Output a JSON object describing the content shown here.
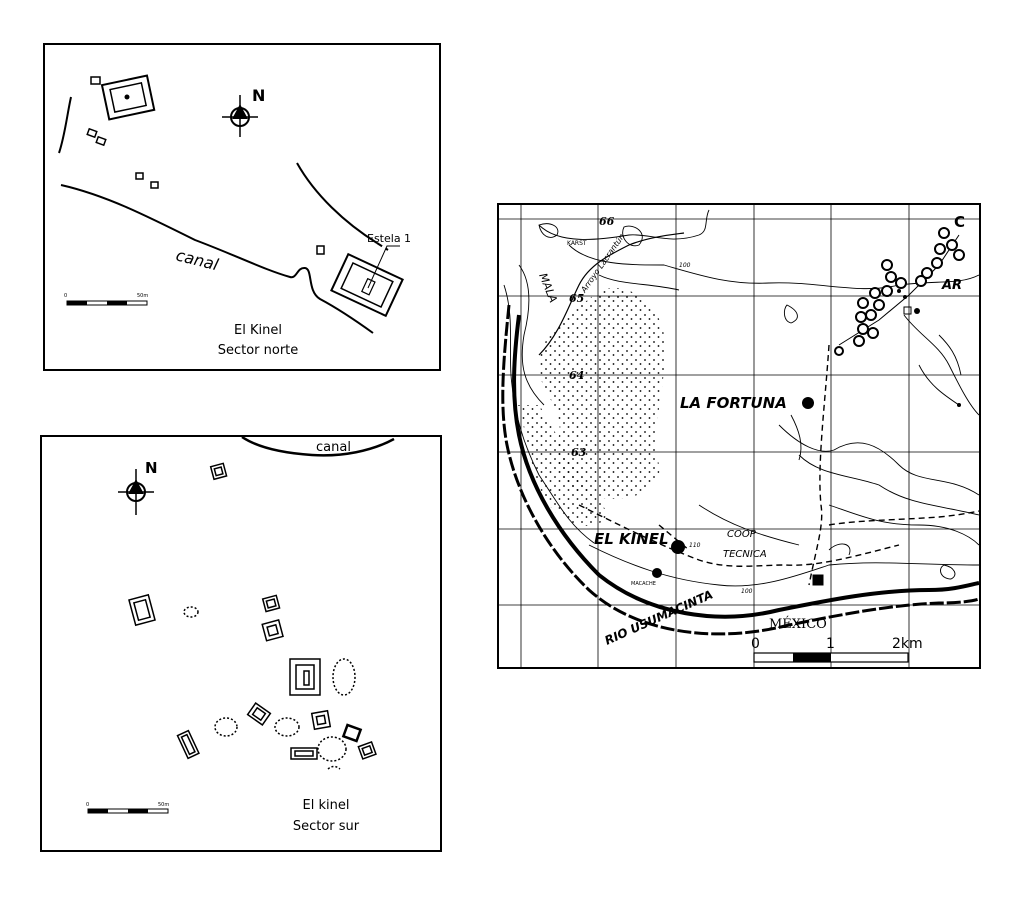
{
  "north_plan": {
    "north_symbol": "N",
    "feature_canal": "canal",
    "feature_stela": "Estela 1",
    "scale_start": "0",
    "scale_end": "50m",
    "title_line1": "El Kinel",
    "title_line2": "Sector norte"
  },
  "south_plan": {
    "north_symbol": "N",
    "feature_canal": "canal",
    "scale_start": "0",
    "scale_end": "50m",
    "title_line1": "El kinel",
    "title_line2": "Sector sur"
  },
  "location_map": {
    "grid_labels": [
      "66",
      "65",
      "64",
      "63"
    ],
    "corner_label": "C",
    "road_label": "AR",
    "relief_label": "KARST",
    "stream_label": "Arroyo Lacrantún",
    "contour_labels": [
      "100",
      "100",
      "110"
    ],
    "river_label_1": "MALA",
    "river_label_2": "RIO USUMACINTA",
    "site_1": "LA FORTUNA",
    "site_2": "EL KINEL",
    "village_label": "MACACHE",
    "coop_label_1": "COOP",
    "coop_label_2": "TECNICA",
    "country_label": "MÉXICO",
    "scale_labels": [
      "0",
      "1",
      "2km"
    ]
  },
  "colors": {
    "ink": "#000000",
    "paper": "#ffffff"
  },
  "icons": [
    "north-arrow-icon",
    "archaeological-site-icon",
    "mound-circle-icon"
  ]
}
